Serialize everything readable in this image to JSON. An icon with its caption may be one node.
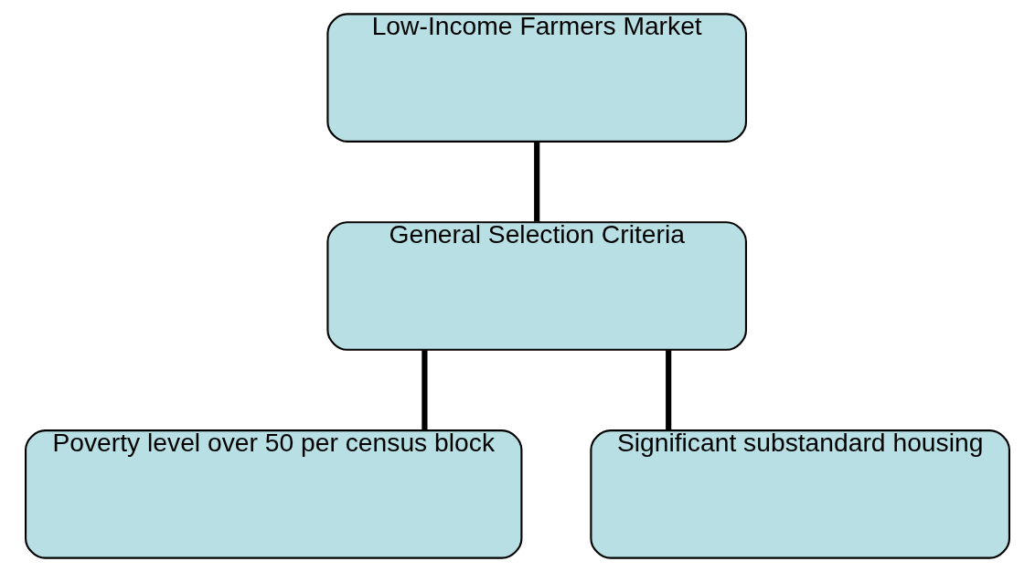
{
  "diagram": {
    "nodes": [
      {
        "text": [
          "Low-Income Farmers Market"
        ]
      },
      {
        "text": [
          "General Selection Criteria"
        ]
      },
      {
        "text": [
          "Poverty level over 50 per census block"
        ]
      },
      {
        "text": [
          "Significant substandard housing"
        ]
      }
    ],
    "edges": [
      {
        "from": 0,
        "to": 1,
        "arrow": "none"
      },
      {
        "from": 1,
        "to": 2,
        "arrow": "none"
      },
      {
        "from": 1,
        "to": 3,
        "arrow": "none"
      }
    ]
  }
}
